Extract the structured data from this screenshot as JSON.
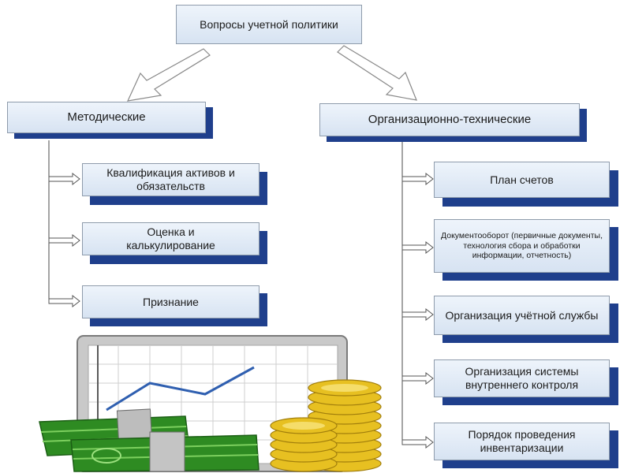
{
  "diagram": {
    "root": "Вопросы учетной политики",
    "branches": [
      {
        "title": "Методические",
        "items": [
          "Квалификация активов и обязательств",
          "Оценка и калькулирование",
          "Признание"
        ]
      },
      {
        "title": "Организационно-технические",
        "items": [
          "План счетов",
          "Документооборот (первичные документы, технология сбора и обработки информации, отчетность)",
          "Организация учётной службы",
          "Организация системы внутреннего контроля",
          "Порядок проведения инвентаризации"
        ]
      }
    ]
  },
  "colors": {
    "box_fill_top": "#eef4fb",
    "box_fill_bottom": "#d7e3f2",
    "box_shadow": "#1f3f8c",
    "connector": "#4a4a4a",
    "cash_green": "#2e8b22",
    "coin_gold": "#e7c021",
    "chart_line": "#2f5fb0"
  },
  "illustration": {
    "name": "money-chart-clipart"
  }
}
